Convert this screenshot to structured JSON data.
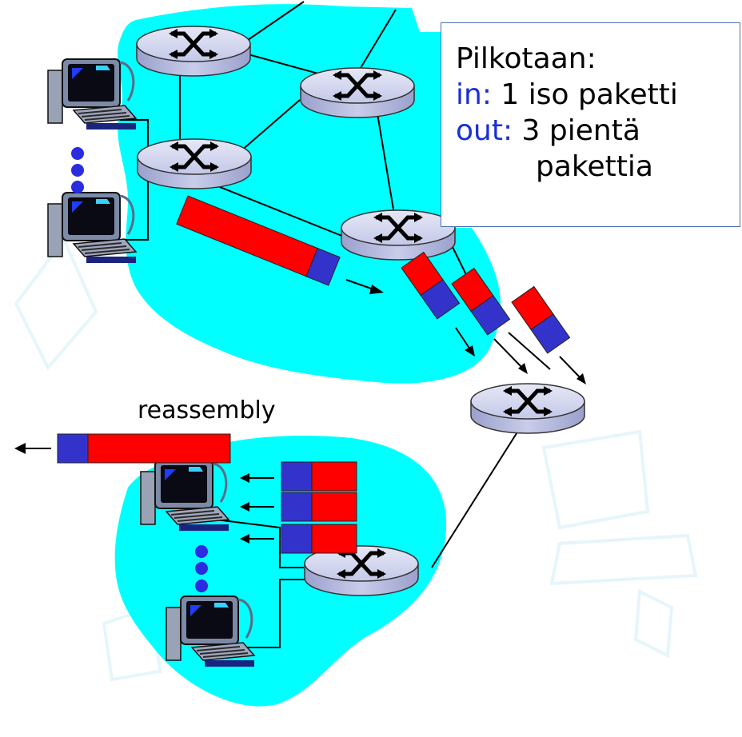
{
  "caption": {
    "heading": "Pilkotaan:",
    "in_key": "in:",
    "in_value": "1 iso paketti",
    "out_key": "out:",
    "out_value": "3 pientä",
    "out_value_cont": "pakettia"
  },
  "reassembly_label": "reassembly",
  "colors": {
    "network_cloud": "#00ffff",
    "packet_header": "#3333cc",
    "packet_body": "#ff0000",
    "router_body": "#c0c4e6",
    "caption_border": "#4a6fb5",
    "caption_keyword": "#1a2fd6"
  }
}
